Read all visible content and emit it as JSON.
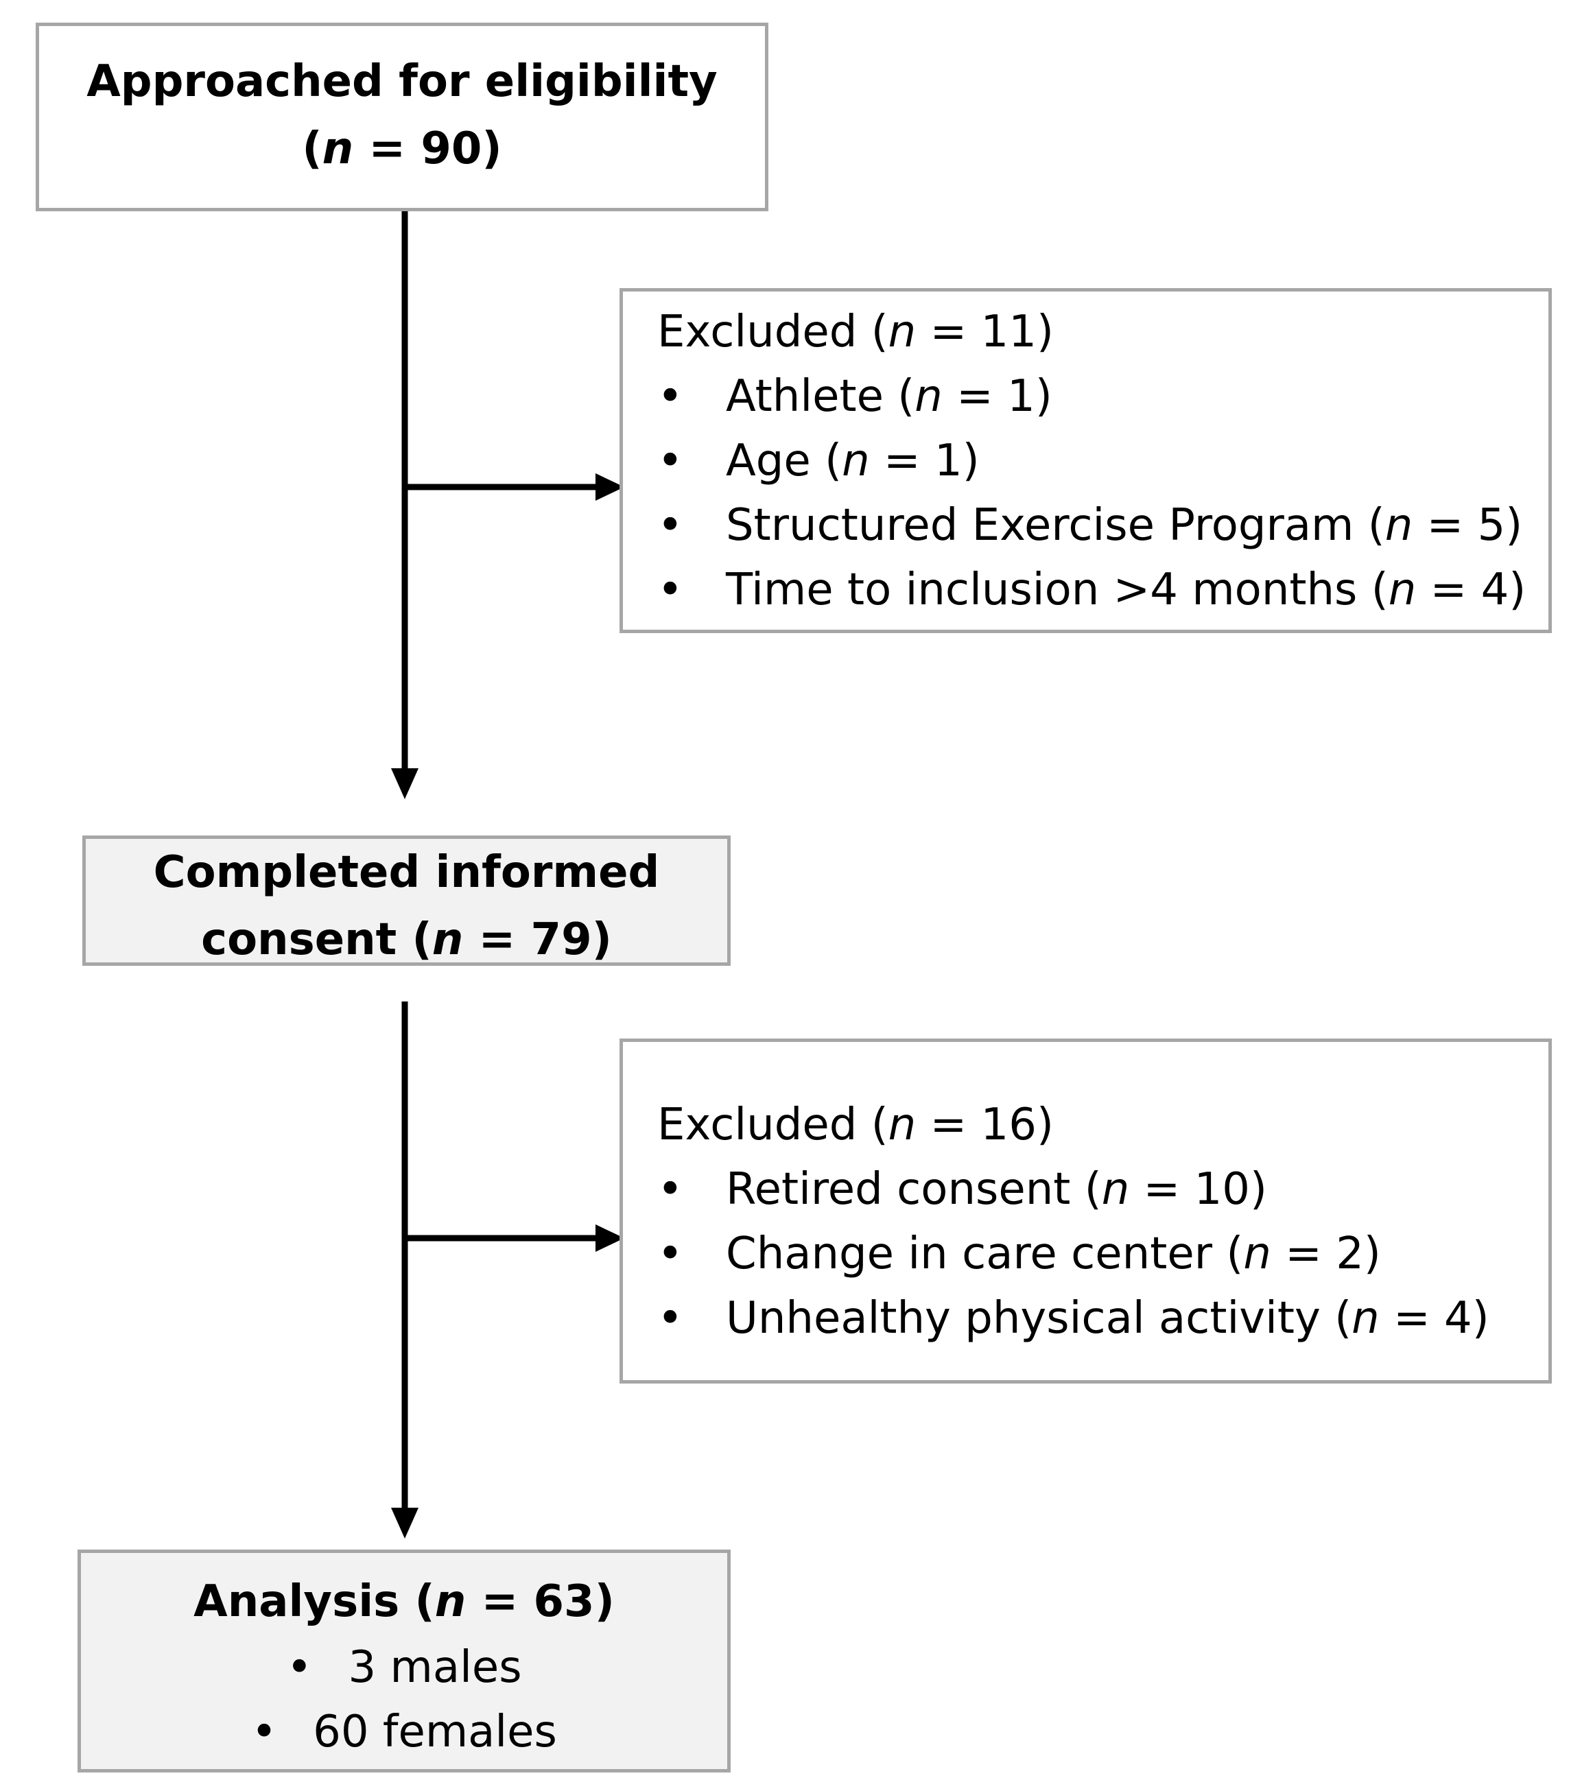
{
  "boxes": {
    "approached": {
      "line1": "Approached for eligibility",
      "n_open": "(",
      "n_var": "n",
      "n_rest": " = 90)"
    },
    "excluded1": {
      "heading_pre": "Excluded (",
      "heading_var": "n",
      "heading_post": " = 11)",
      "items": [
        {
          "label": "Athlete (",
          "n": " = 1)"
        },
        {
          "label": "Age (",
          "n": " = 1)"
        },
        {
          "label": "Structured Exercise Program (",
          "n": " = 5)"
        },
        {
          "label": "Time to inclusion >4 months (",
          "n": " = 4)"
        }
      ],
      "bullet": "•",
      "var": "n"
    },
    "consent": {
      "line1": "Completed informed",
      "line2_pre": "consent (",
      "line2_var": "n",
      "line2_post": " = 79)"
    },
    "excluded2": {
      "heading_pre": "Excluded (",
      "heading_var": "n",
      "heading_post": " = 16)",
      "items": [
        {
          "label": "Retired consent (",
          "n": " = 10)"
        },
        {
          "label": "Change in care center (",
          "n": " = 2)"
        },
        {
          "label": "Unhealthy physical activity (",
          "n": " = 4)"
        }
      ],
      "bullet": "•",
      "var": "n"
    },
    "analysis": {
      "line1_pre": "Analysis (",
      "line1_var": "n",
      "line1_post": " = 63)",
      "items": [
        "3 males",
        "60 females"
      ],
      "bullet": "•"
    }
  },
  "colors": {
    "border": "#a6a6a6",
    "fill_grey": "#f2f2f2",
    "arrow": "#000000"
  }
}
